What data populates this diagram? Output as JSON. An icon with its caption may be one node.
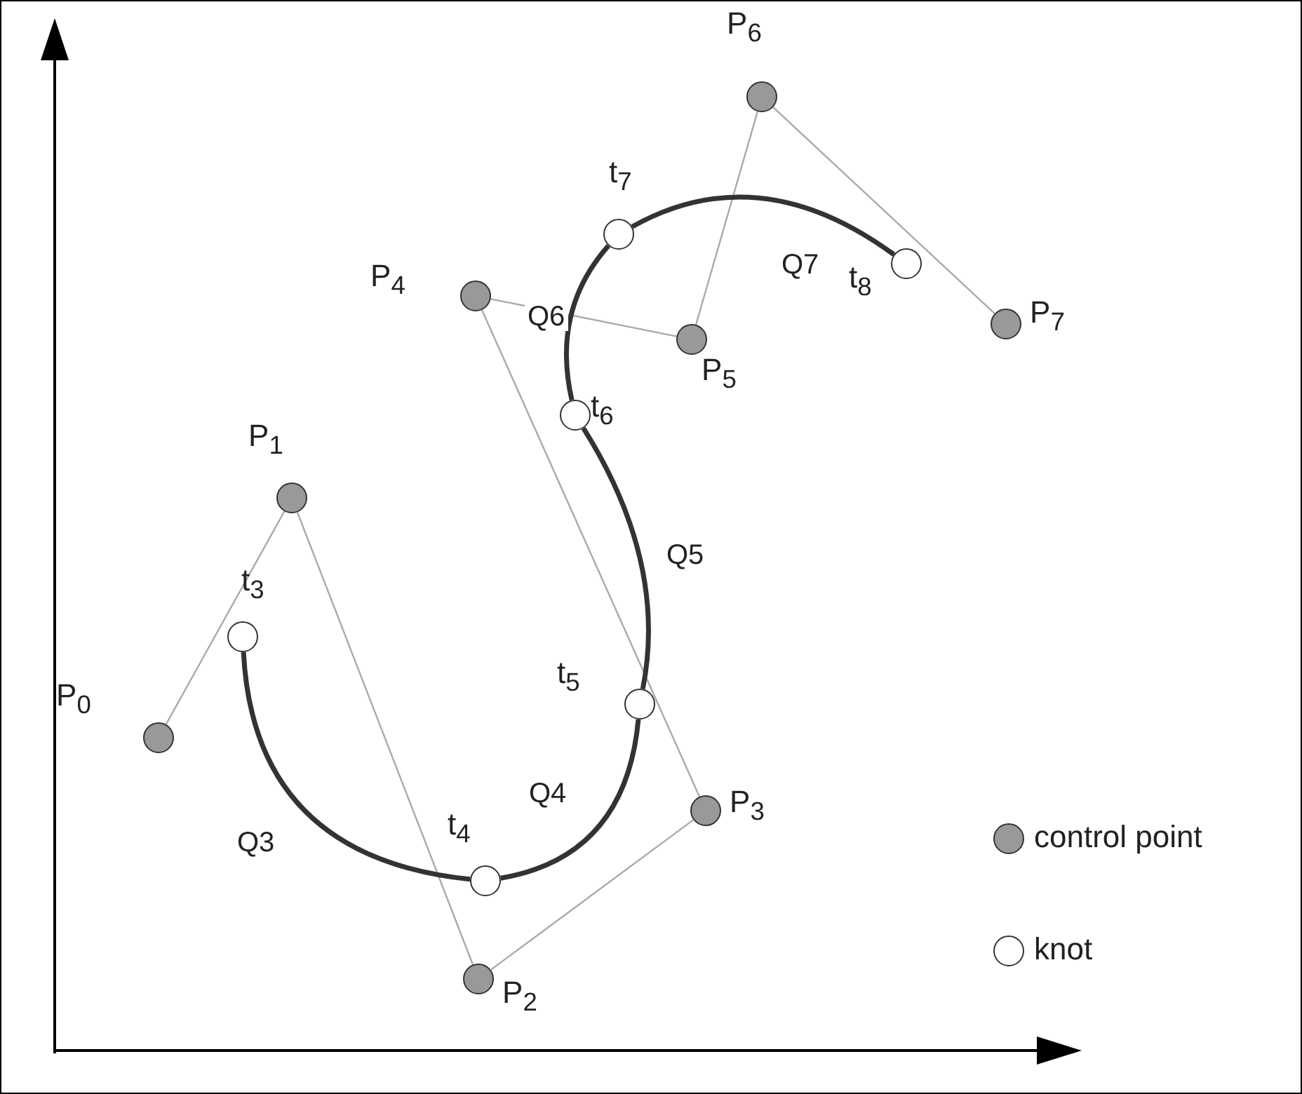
{
  "diagram": {
    "nodes": [
      {
        "text": [],
        "shape": "circle",
        "beside": [
          "P$_{0}$"
        ]
      },
      {
        "text": [],
        "shape": "circle",
        "beside": [
          "P$_{1}$"
        ]
      },
      {
        "text": [],
        "shape": "circle",
        "beside": [
          "P$_{2}$"
        ]
      },
      {
        "text": [],
        "shape": "circle",
        "beside": [
          "P$_{3}$"
        ]
      },
      {
        "text": [],
        "shape": "circle",
        "beside": [
          "P$_{4}$"
        ]
      },
      {
        "text": [],
        "shape": "circle",
        "beside": [
          "P$_{5}$"
        ]
      },
      {
        "text": [],
        "shape": "circle",
        "beside": [
          "P$_{6}$"
        ]
      },
      {
        "text": [],
        "shape": "circle",
        "beside": [
          "P$_{7}$"
        ]
      },
      {
        "text": [],
        "shape": "circle",
        "beside": [
          "t$_{3}$"
        ]
      },
      {
        "text": [],
        "shape": "circle",
        "beside": [
          "t$_{4}$"
        ]
      },
      {
        "text": [],
        "shape": "circle",
        "beside": [
          "t$_{5}$"
        ]
      },
      {
        "text": [],
        "shape": "circle",
        "beside": [
          "t$_{6}$"
        ]
      },
      {
        "text": [],
        "shape": "circle",
        "beside": [
          "t$_{7}$"
        ]
      },
      {
        "text": [],
        "shape": "circle",
        "beside": [
          "t$_{8}$"
        ]
      }
    ],
    "edges": [
      {
        "from": 0,
        "to": 1,
        "arrow": "none"
      },
      {
        "from": 1,
        "to": 2,
        "arrow": "none"
      },
      {
        "from": 2,
        "to": 3,
        "arrow": "none"
      },
      {
        "from": 3,
        "to": 4,
        "arrow": "none"
      },
      {
        "from": 4,
        "to": 5,
        "arrow": "none"
      },
      {
        "from": 5,
        "to": 6,
        "arrow": "none"
      },
      {
        "from": 6,
        "to": 7,
        "arrow": "none"
      },
      {
        "from": 8,
        "to": 9,
        "arrow": "none",
        "label": "Q3",
        "style": "thick",
        "color": "#333333"
      },
      {
        "from": 9,
        "to": 10,
        "arrow": "none",
        "label": "Q4",
        "style": "thick",
        "color": "#333333"
      },
      {
        "from": 10,
        "to": 11,
        "arrow": "none",
        "label": "Q5",
        "style": "thick",
        "color": "#333333"
      },
      {
        "from": 11,
        "to": 12,
        "arrow": "none",
        "label": "Q6",
        "style": "thick",
        "color": "#333333"
      },
      {
        "from": 12,
        "to": 13,
        "arrow": "none",
        "label": "Q7",
        "style": "thick",
        "color": "#333333"
      }
    ],
    "legend": [
      {
        "text": "control point"
      },
      {
        "text": "knot"
      }
    ]
  }
}
